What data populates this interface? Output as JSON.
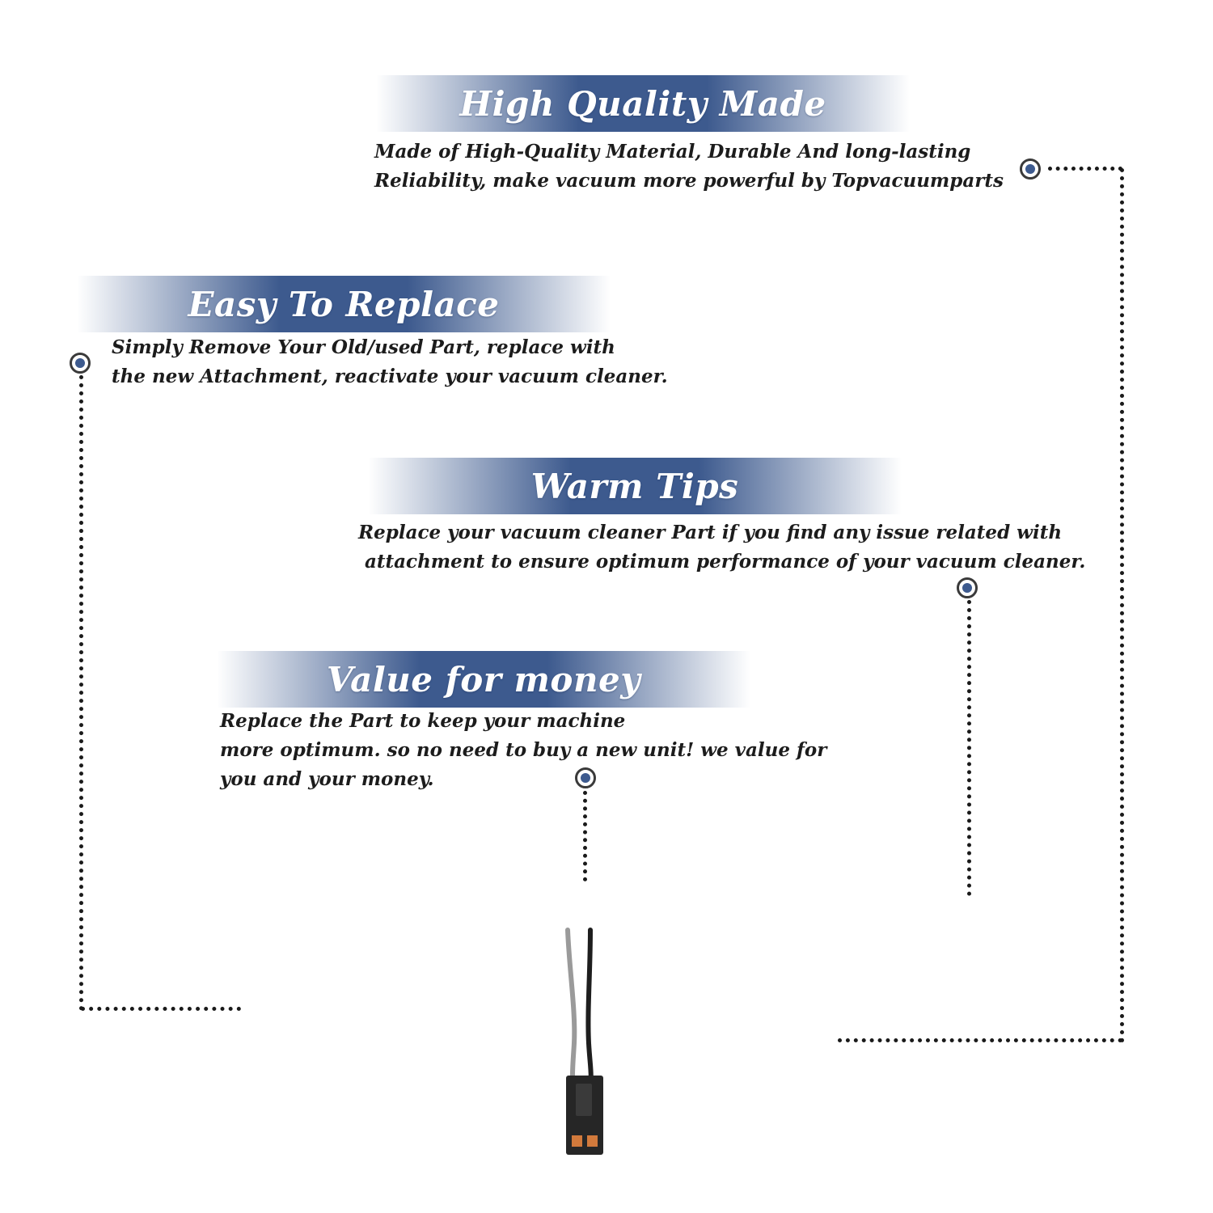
{
  "theme": {
    "banner_color": "#3d5a8e",
    "bullet_color": "#3d5a8e",
    "dot_color": "#1a1a1a"
  },
  "features": [
    {
      "title": "High Quality Made",
      "lines": [
        "Made of  High-Quality Material, Durable And long-lasting",
        "Reliability, make vacuum more powerful by Topvacuumparts"
      ]
    },
    {
      "title": "Easy To Replace",
      "lines": [
        "Simply Remove Your Old/used Part, replace with",
        "the new Attachment, reactivate your vacuum cleaner."
      ]
    },
    {
      "title": "Warm Tips",
      "lines": [
        "Replace your vacuum cleaner Part if you find any issue related with",
        " attachment to ensure optimum performance of your vacuum cleaner."
      ]
    },
    {
      "title": "Value for money",
      "lines": [
        "Replace the Part to keep your machine",
        "more optimum. so no need to buy a new unit! we value for",
        "you and your money."
      ]
    }
  ],
  "product": {
    "icon": "wire-harness-connector-icon",
    "wire_colors": [
      "#9a9a9a",
      "#1e1e1e"
    ],
    "connector_color": "#262626",
    "terminal_color": "#d27a3c"
  }
}
